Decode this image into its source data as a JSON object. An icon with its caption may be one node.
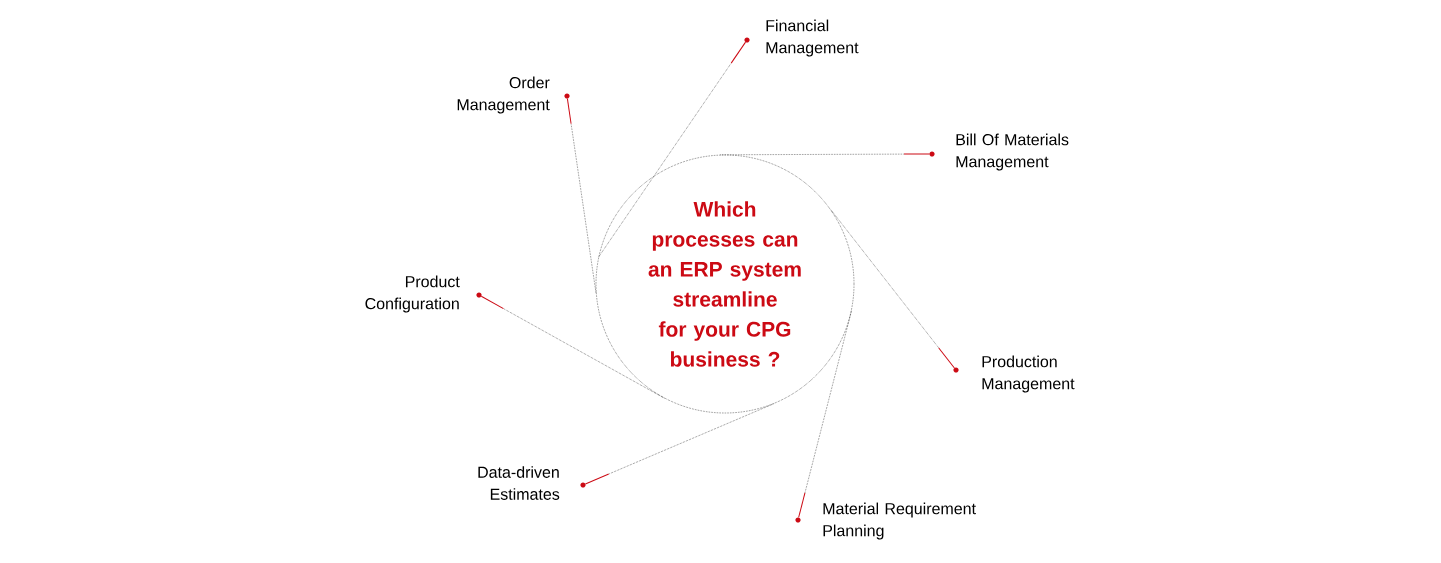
{
  "diagram": {
    "nodes": [
      {
        "text": [
          "Which processes can an ERP system streamline for your CPG business ?"
        ]
      },
      {
        "text": [
          "Financial Management"
        ]
      },
      {
        "text": [
          "Order Management"
        ]
      },
      {
        "text": [
          "Bill Of Materials Management"
        ]
      },
      {
        "text": [
          "Product Configuration"
        ]
      },
      {
        "text": [
          "Production Management"
        ]
      },
      {
        "text": [
          "Data-driven Estimates"
        ]
      },
      {
        "text": [
          "Material Requirement Planning"
        ]
      }
    ],
    "edges": [
      {
        "from": 0,
        "to": 1,
        "arrow": "none"
      },
      {
        "from": 0,
        "to": 2,
        "arrow": "none"
      },
      {
        "from": 0,
        "to": 3,
        "arrow": "none"
      },
      {
        "from": 0,
        "to": 4,
        "arrow": "none"
      },
      {
        "from": 0,
        "to": 5,
        "arrow": "none"
      },
      {
        "from": 0,
        "to": 6,
        "arrow": "none"
      },
      {
        "from": 0,
        "to": 7,
        "arrow": "none"
      }
    ]
  }
}
